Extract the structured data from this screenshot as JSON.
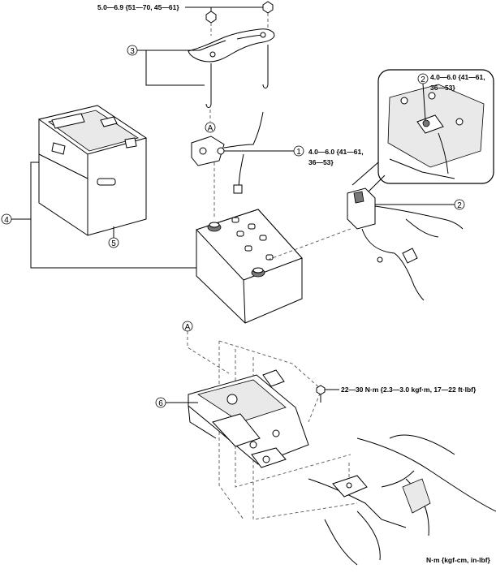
{
  "callouts": {
    "c1": "1",
    "c2a": "2",
    "c2b": "2",
    "c3": "3",
    "c4": "4",
    "c5": "5",
    "c6": "6",
    "ca1": "A",
    "ca2": "A"
  },
  "torques": {
    "top": "5.0—6.9 {51—70, 45—61}",
    "item1_line1": "4.0—6.0 {41—61,",
    "item1_line2": "36—53}",
    "item2_line1": "4.0—6.0 {41—61,",
    "item2_line2": "36—53}",
    "bolt": "22—30 N·m {2.3—3.0 kgf·m, 17—22 ft·lbf}"
  },
  "units_note": "N·m {kgf-cm, in-lbf}"
}
